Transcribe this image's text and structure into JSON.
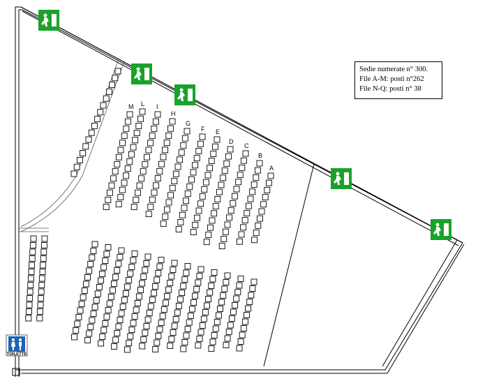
{
  "legend": {
    "line1": "Sedie numerate n° 300.",
    "line2": "File A-M: posti n°262",
    "line3": "File N-Q: posti n° 38"
  },
  "toilet": {
    "label": "TOILETTE"
  },
  "row_labels": [
    "M",
    "L",
    "I",
    "H",
    "G",
    "F",
    "E",
    "D",
    "C",
    "B",
    "A"
  ],
  "colors": {
    "exit_green": "#1aa22a",
    "toilet_blue": "#1f63b5",
    "line": "#000000"
  },
  "icons": [
    "emergency-exit-icon",
    "toilet-icon"
  ]
}
